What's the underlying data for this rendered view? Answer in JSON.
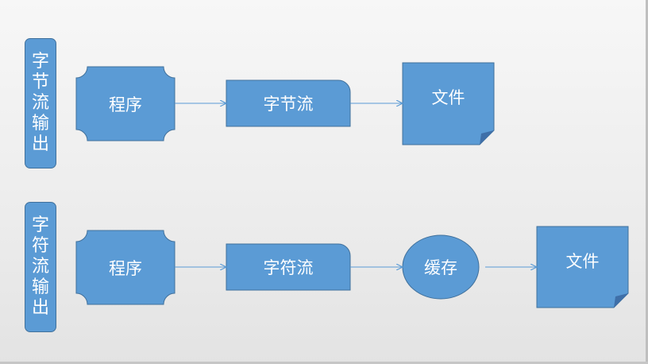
{
  "colors": {
    "shape_fill": "#5b9bd5",
    "shape_stroke": "#41719c",
    "fold": "#3f6fa8",
    "arrow": "#5b9bd5",
    "text": "#ffffff"
  },
  "row1": {
    "label": "字节流输出",
    "nodes": {
      "program": "程序",
      "stream": "字节流",
      "file": "文件"
    }
  },
  "row2": {
    "label": "字符流输出",
    "nodes": {
      "program": "程序",
      "stream": "字符流",
      "cache": "缓存",
      "file": "文件"
    }
  }
}
